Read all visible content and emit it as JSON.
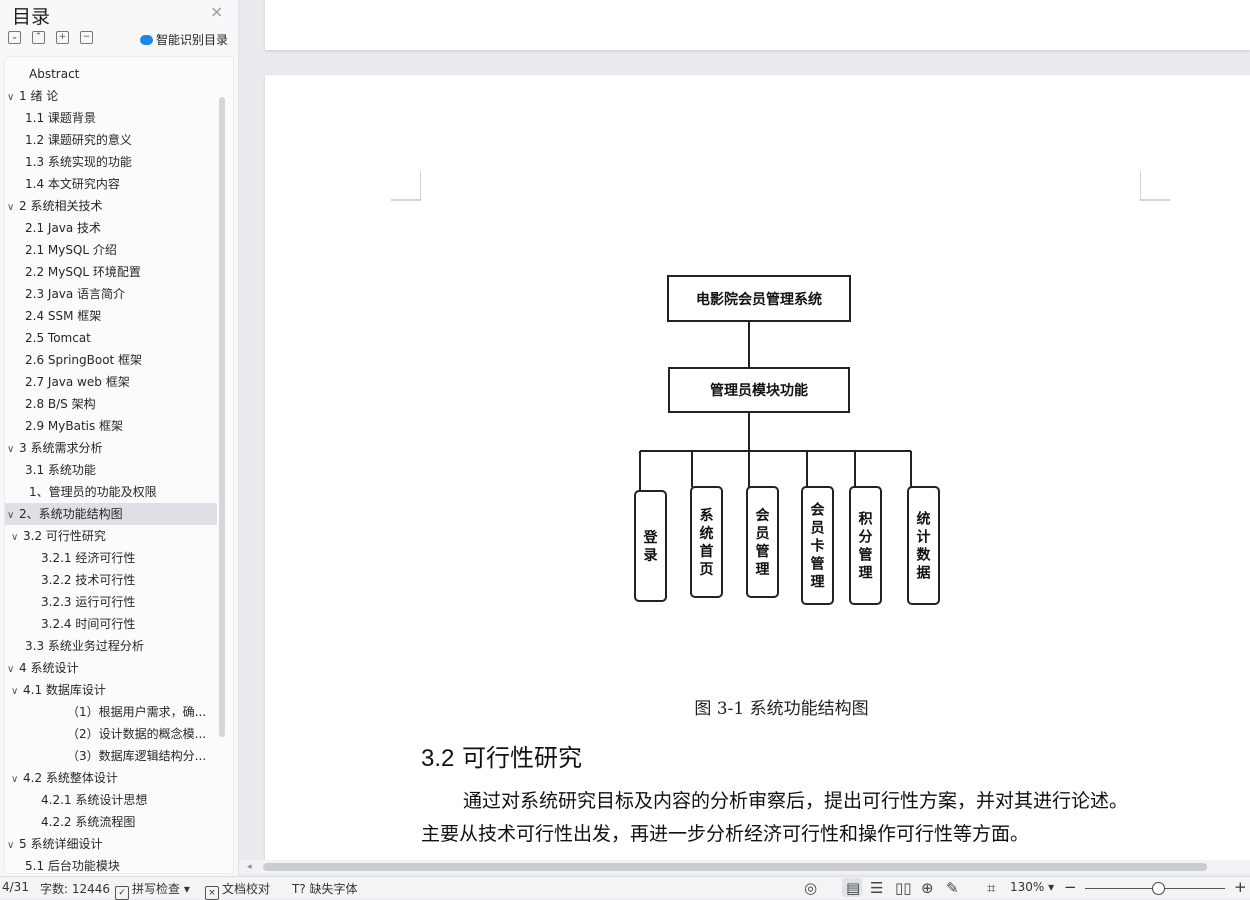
{
  "sidebar": {
    "title": "目录",
    "close_icon": "×",
    "tools": [
      "⌄",
      "⌃",
      "+",
      "−"
    ],
    "smart_label": "智能识别目录",
    "toc": [
      {
        "label": "Abstract",
        "level": 0,
        "chev": false
      },
      {
        "label": "1 绪 论",
        "level": 0,
        "chev": true
      },
      {
        "label": "1.1  课题背景",
        "level": 1,
        "chev": false
      },
      {
        "label": "1.2  课题研究的意义",
        "level": 1,
        "chev": false
      },
      {
        "label": "1.3  系统实现的功能",
        "level": 1,
        "chev": false
      },
      {
        "label": "1.4  本文研究内容",
        "level": 1,
        "chev": false
      },
      {
        "label": "2 系统相关技术",
        "level": 0,
        "chev": true
      },
      {
        "label": "2.1 Java 技术",
        "level": 1,
        "chev": false
      },
      {
        "label": "2.1 MySQL  介绍",
        "level": 1,
        "chev": false
      },
      {
        "label": "2.2 MySQL 环境配置",
        "level": 1,
        "chev": false
      },
      {
        "label": "2.3 Java 语言简介",
        "level": 1,
        "chev": false
      },
      {
        "label": "2.4 SSM 框架",
        "level": 1,
        "chev": false
      },
      {
        "label": "2.5 Tomcat",
        "level": 1,
        "chev": false
      },
      {
        "label": "2.6 SpringBoot 框架",
        "level": 1,
        "chev": false
      },
      {
        "label": "2.7 Java web 框架",
        "level": 1,
        "chev": false
      },
      {
        "label": "2.8 B/S 架构",
        "level": 1,
        "chev": false
      },
      {
        "label": "2.9 MyBatis 框架",
        "level": 1,
        "chev": false
      },
      {
        "label": "3 系统需求分析",
        "level": 0,
        "chev": true
      },
      {
        "label": "3.1 系统功能",
        "level": 1,
        "chev": false
      },
      {
        "label": "1、管理员的功能及权限",
        "level": 0,
        "chev": false
      },
      {
        "label": "2、系统功能结构图",
        "level": 0,
        "chev": true,
        "selected": true
      },
      {
        "label": "3.2 可行性研究",
        "level": 1,
        "chev": true
      },
      {
        "label": "3.2.1  经济可行性",
        "level": 2,
        "chev": false
      },
      {
        "label": "3.2.2  技术可行性",
        "level": 2,
        "chev": false
      },
      {
        "label": "3.2.3  运行可行性",
        "level": 2,
        "chev": false
      },
      {
        "label": "3.2.4  时间可行性",
        "level": 2,
        "chev": false
      },
      {
        "label": "3.3 系统业务过程分析",
        "level": 1,
        "chev": false
      },
      {
        "label": "4 系统设计",
        "level": 0,
        "chev": true
      },
      {
        "label": "4.1 数据库设计",
        "level": 1,
        "chev": true
      },
      {
        "label": "（1）根据用户需求，确...",
        "level": 3,
        "chev": false
      },
      {
        "label": "（2）设计数据的概念模...",
        "level": 3,
        "chev": false
      },
      {
        "label": "（3）数据库逻辑结构分...",
        "level": 3,
        "chev": false
      },
      {
        "label": "4.2 系统整体设计",
        "level": 1,
        "chev": true
      },
      {
        "label": "4.2.1  系统设计思想",
        "level": 2,
        "chev": false
      },
      {
        "label": "4.2.2 系统流程图",
        "level": 2,
        "chev": false
      },
      {
        "label": "5 系统详细设计",
        "level": 0,
        "chev": true
      },
      {
        "label": "5.1 后台功能模块",
        "level": 1,
        "chev": false
      }
    ]
  },
  "diagram": {
    "root": "电影院会员管理系统",
    "mid": "管理员模块功能",
    "leaves": [
      "登录",
      "系统首页",
      "会员管理",
      "会员卡管理",
      "积分管理",
      "统计数据"
    ]
  },
  "document": {
    "caption": "图 3-1 系统功能结构图",
    "heading_num": "3.2",
    "heading_text": " 可行性研究",
    "paragraph": "通过对系统研究目标及内容的分析审察后，提出可行性方案，并对其进行论述。主要从技术可行性出发，再进一步分析经济可行性和操作可行性等方面。"
  },
  "status": {
    "page": "4/31",
    "word_count": "字数: 12446",
    "spell_check": "拼写检查",
    "proofread": "文档校对",
    "missing_font": "缺失字体",
    "zoom": "130%",
    "zoom_out": "−",
    "zoom_in": "+"
  }
}
